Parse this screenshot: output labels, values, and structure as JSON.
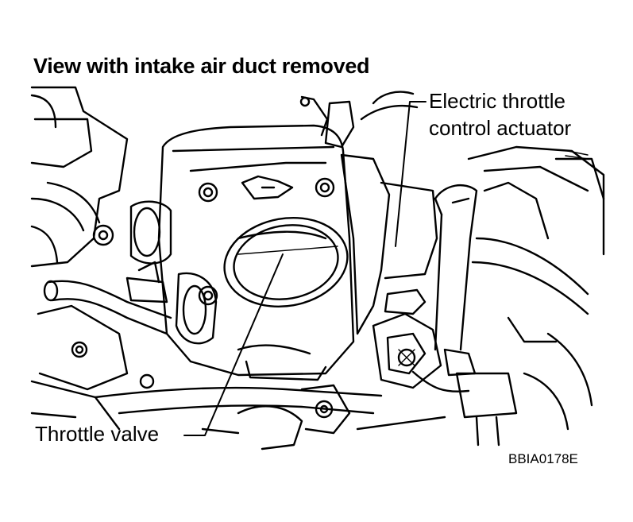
{
  "title": "View with intake air duct removed",
  "callouts": {
    "actuator_line1": "Electric throttle",
    "actuator_line2": "control actuator",
    "valve": "Throttle valve"
  },
  "figure_code": "BBIA0178E"
}
